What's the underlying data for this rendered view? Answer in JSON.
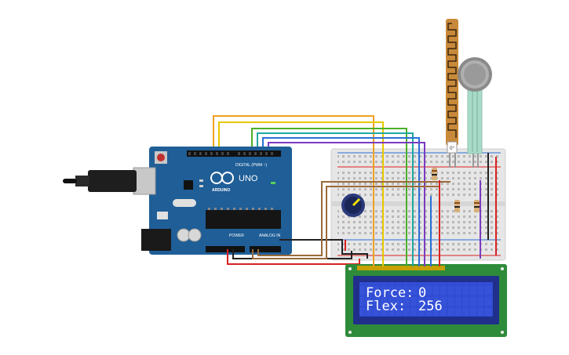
{
  "lcd": {
    "line1_label": "Force:",
    "line1_value": "0",
    "line2_label": "Flex:",
    "line2_value": "256"
  },
  "arduino": {
    "brand": "ARDUINO",
    "model": "UNO",
    "digital_label": "DIGITAL (PWM ~)",
    "power_label": "POWER",
    "analog_label": "ANALOG IN"
  },
  "flex_sensor": {
    "angle_label": "0°"
  },
  "colors": {
    "board": "#1f5e97",
    "breadboard": "#e8e8e8",
    "lcd_pcb": "#2e8b3a",
    "lcd_screen": "#2f4bd1",
    "wire_orange": "#f0a020",
    "wire_yellow": "#e8c800",
    "wire_green": "#4caf2a",
    "wire_teal": "#20a8a0",
    "wire_blue": "#2a6fd6",
    "wire_purple": "#7a3ac0",
    "wire_red": "#d82020",
    "wire_black": "#222222",
    "wire_brown": "#9a6a3a"
  },
  "icons": [
    "usb-cable-icon",
    "arduino-logo-icon",
    "potentiometer-icon",
    "flex-sensor-icon",
    "force-sensor-icon",
    "resistor-icon"
  ]
}
